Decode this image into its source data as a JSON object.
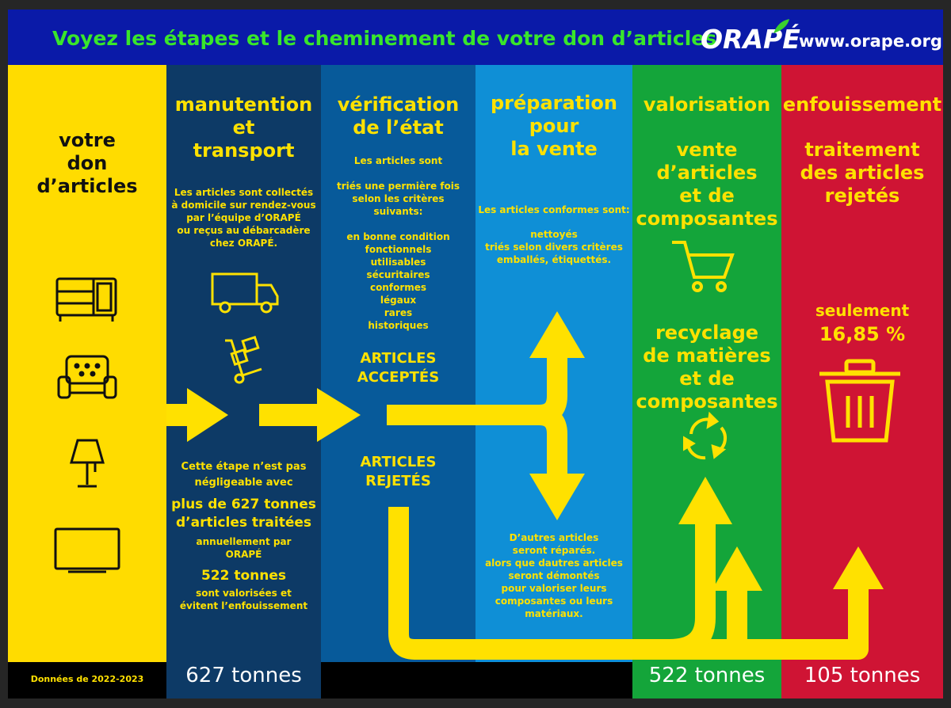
{
  "header": {
    "title": "Voyez les étapes et le cheminement de votre don d’articles",
    "logo": "ORAPÉ",
    "website": "www.orape.org"
  },
  "columns": {
    "don": {
      "heading": [
        "votre",
        "don",
        "d’articles"
      ]
    },
    "transport": {
      "heading": [
        "manutention",
        "et",
        "transport"
      ],
      "description": [
        "Les articles sont collectés",
        "à domicile sur rendez-vous",
        "par l’équipe d’ORAPÉ",
        "ou reçus au débarcadère",
        "chez ORAPÉ."
      ],
      "note": [
        "Cette étape n’est pas",
        "négligeable avec"
      ],
      "highlight1": [
        "plus de 627 tonnes",
        "d’articles traitées"
      ],
      "note2": [
        "annuellement par",
        "ORAPÉ"
      ],
      "highlight2": "522 tonnes",
      "note3": [
        "sont valorisées et",
        "évitent l’enfouissement"
      ]
    },
    "verification": {
      "heading": [
        "vérification",
        "de l’état"
      ],
      "intro": "Les articles sont",
      "intro2": [
        "triés une permière fois",
        "selon les critères",
        "suivants:"
      ],
      "criteria": [
        "en bonne condition",
        "fonctionnels",
        "utilisables",
        "sécuritaires",
        "conformes",
        "légaux",
        "rares",
        "historiques"
      ],
      "accepted": [
        "ARTICLES",
        "ACCEPTÉS"
      ],
      "rejected": [
        "ARTICLES",
        "REJETÉS"
      ]
    },
    "preparation": {
      "heading": [
        "préparation",
        "pour",
        "la vente"
      ],
      "intro": "Les articles conformes sont:",
      "steps": [
        "nettoyés",
        "triés selon divers critères",
        "emballés, étiquettés."
      ],
      "other": [
        "D’autres articles",
        "seront réparés.",
        "alors que dautres articles",
        "seront démontés",
        "pour valoriser leurs",
        "composantes ou leurs",
        "matériaux."
      ]
    },
    "valorisation": {
      "heading": "valorisation",
      "sale": [
        "vente",
        "d’articles",
        "et de",
        "composantes"
      ],
      "recycle": [
        "recyclage",
        "de matières",
        "et de",
        "composantes"
      ]
    },
    "enfouissement": {
      "heading": "enfouissement",
      "treatment": [
        "traitement",
        "des articles",
        "rejetés"
      ],
      "only": "seulement",
      "percent": "16,85 %"
    }
  },
  "footer": {
    "period": "Données de 2022-2023",
    "transport_total": "627 tonnes",
    "valorisation_total": "522 tonnes",
    "enfouissement_total": "105 tonnes"
  },
  "icons": [
    "dresser-icon",
    "armchair-icon",
    "lamp-icon",
    "tv-icon",
    "truck-icon",
    "hand-truck-icon",
    "cart-icon",
    "recycle-icon",
    "trash-icon"
  ],
  "colors": {
    "yellow": "#ffdc00",
    "navy": "#0d3a66",
    "blue": "#075a9a",
    "light_blue": "#0f8fd6",
    "green": "#14a53a",
    "red": "#cf1434",
    "header": "#0a1aa8",
    "title_green": "#39e62b"
  }
}
